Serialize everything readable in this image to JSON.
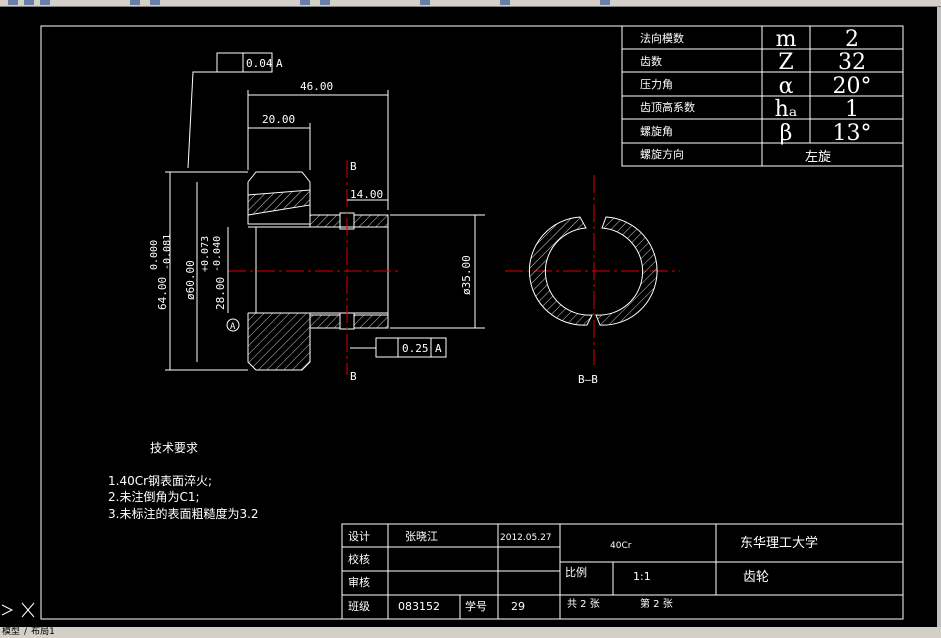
{
  "tabs": {
    "model": "模型",
    "layout": "布局1"
  },
  "params": [
    {
      "label": "法向模数",
      "symbol": "m",
      "value": "2"
    },
    {
      "label": "齿数",
      "symbol": "Z",
      "value": "32"
    },
    {
      "label": "压力角",
      "symbol": "α",
      "value": "20°"
    },
    {
      "label": "齿顶高系数",
      "symbol": "hₐ",
      "value": "1"
    },
    {
      "label": "螺旋角",
      "symbol": "β",
      "value": "13°"
    },
    {
      "label": "螺旋方向",
      "symbol": "",
      "value": "左旋"
    }
  ],
  "dims": {
    "d46": "46.00",
    "d20": "20.00",
    "d14": "14.00",
    "d35": "ø35.00",
    "d64": "64.00",
    "d60": "ø60.00",
    "tol60_up": "0.000",
    "tol60_lo": "-0.081",
    "d28": "28.00",
    "tol28_up": "+0.073",
    "tol28_lo": "-0.040",
    "geo1": "0.04",
    "geo2": "0.25",
    "datum": "A",
    "datumCircle": "A",
    "sec_b_top": "B",
    "sec_b_bot": "B",
    "section_label": "B—B"
  },
  "notes": {
    "title": "技术要求",
    "items": [
      "1.40Cr钢表面淬火;",
      "2.未注倒角为C1;",
      "3.未标注的表面粗糙度为3.2"
    ]
  },
  "titleblock": {
    "design": "设计",
    "designer": "张晓江",
    "date": "2012.05.27",
    "check": "校核",
    "review": "审核",
    "class": "班级",
    "class_no": "083152",
    "student_no_label": "学号",
    "student_no": "29",
    "material": "40Cr",
    "school": "东华理工大学",
    "scale_label": "比例",
    "scale": "1:1",
    "part": "齿轮",
    "sheets": "共 2 张",
    "sheet": "第 2 张"
  }
}
